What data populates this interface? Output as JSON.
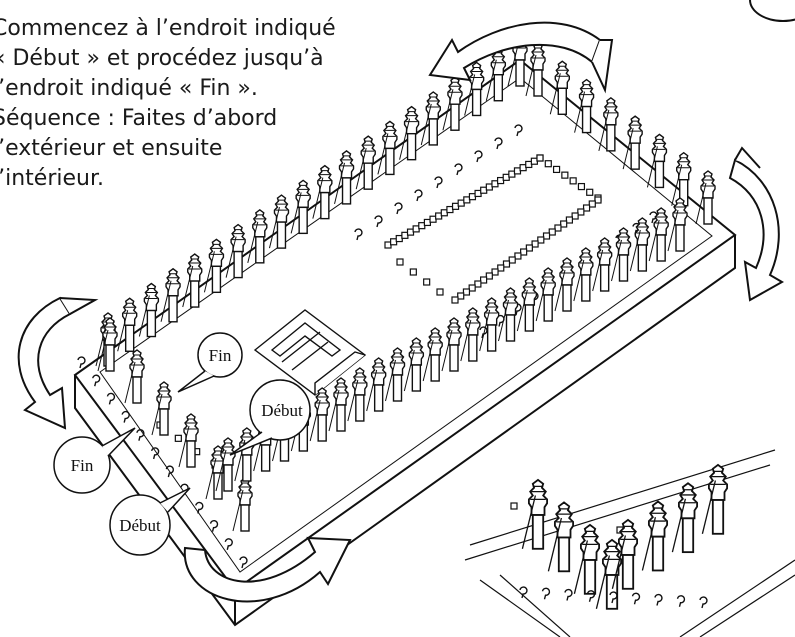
{
  "instructions": {
    "line1": "Commencez à l’endroit indiqué",
    "line2": "« Début » et procédez jusqu’à",
    "line3": "l’endroit indiqué « Fin ».",
    "line4": "Séquence : Faites d’abord",
    "line5": "l’extérieur et ensuite",
    "line6": "l’intérieur."
  },
  "callouts": {
    "fin_inner": "Fin",
    "debut_inner": "Début",
    "fin_outer": "Fin",
    "debut_outer": "Début"
  },
  "colors": {
    "line": "#111111",
    "background": "#ffffff"
  }
}
